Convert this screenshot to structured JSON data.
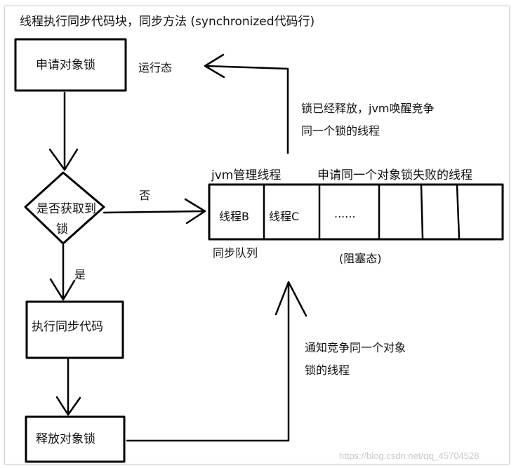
{
  "title": "线程执行同步代码块，同步方法 (synchronized代码行)",
  "nodes": {
    "request_lock": "申请对象锁",
    "decision": "是否获取到",
    "decision_line2": "锁",
    "exec_sync": "执行同步代码",
    "release_lock": "释放对象锁"
  },
  "labels": {
    "running_state": "运行态",
    "no": "否",
    "yes": "是",
    "released_line1": "锁已经释放，jvm唤醒竞争",
    "released_line2": "同一个锁的线程",
    "jvm_manage": "jvm管理线程",
    "failed_threads": "申请同一个对象锁失败的线程",
    "sync_queue": "同步队列",
    "blocked_state": "(阻塞态)",
    "notify_line1": "通知竞争同一个对象",
    "notify_line2": "锁的线程"
  },
  "queue": {
    "cells": [
      "线程B",
      "线程C",
      "......"
    ]
  },
  "watermark": "https://blog.csdn.net/qq_45704528"
}
